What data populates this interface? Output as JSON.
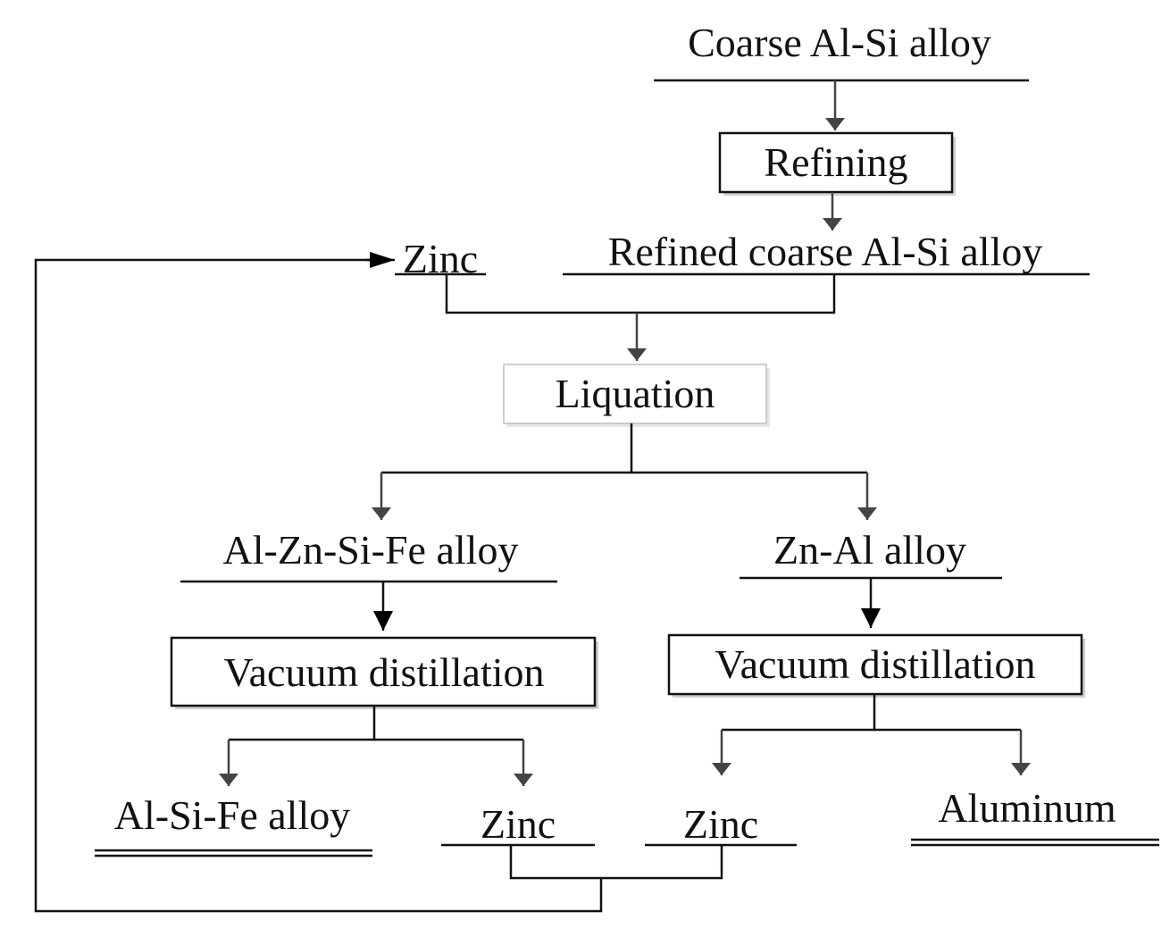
{
  "nodes": {
    "coarse_alloy": "Coarse Al-Si alloy",
    "refining": "Refining",
    "refined_alloy": "Refined coarse Al-Si alloy",
    "zinc_recycled": "Zinc",
    "liquation": "Liquation",
    "al_zn_si_fe_alloy": "Al-Zn-Si-Fe alloy",
    "zn_al_alloy": "Zn-Al alloy",
    "vacuum_distillation_left": "Vacuum distillation",
    "vacuum_distillation_right": "Vacuum distillation",
    "al_si_fe_alloy": "Al-Si-Fe alloy",
    "zinc_left": "Zinc",
    "zinc_right": "Zinc",
    "aluminum": "Aluminum"
  },
  "colors": {
    "line": "#111111",
    "arrow_gray": "#444444",
    "box_border_light": "#bdbdbd"
  }
}
